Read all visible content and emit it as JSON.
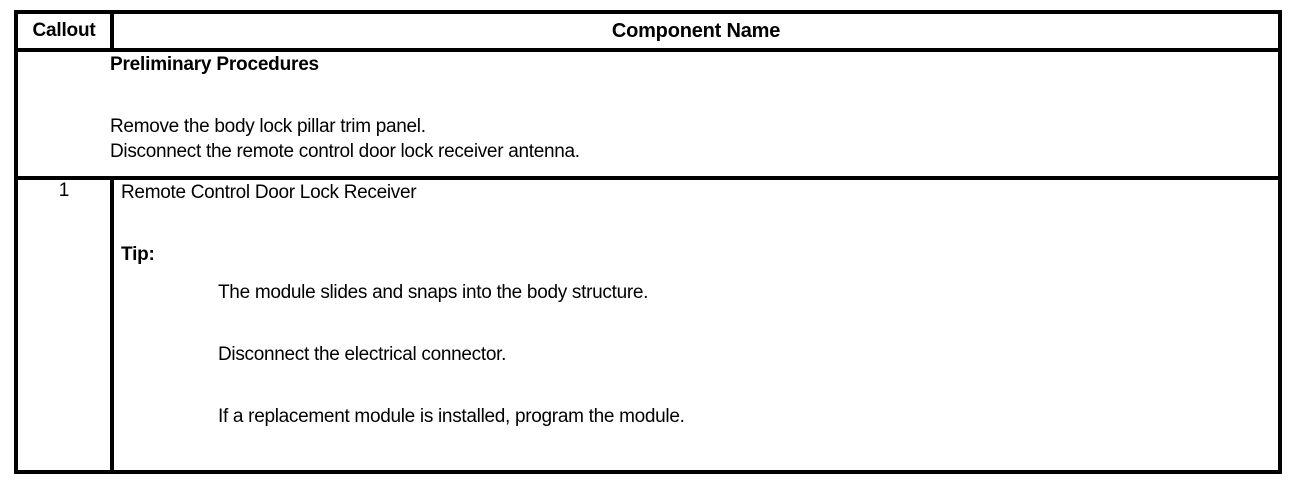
{
  "table": {
    "header": {
      "callout_label": "Callout",
      "component_name_label": "Component Name"
    },
    "preliminary": {
      "title": "Preliminary Procedures",
      "lines": [
        "Remove the body lock pillar trim panel.",
        "Disconnect the remote control door lock receiver antenna."
      ]
    },
    "rows": [
      {
        "callout": "1",
        "component_name": "Remote Control Door Lock Receiver",
        "tip_label": "Tip:",
        "tip_lines": [
          "The module slides and snaps into the body structure.",
          "Disconnect the electrical connector.",
          "If a replacement module is installed, program the module."
        ]
      }
    ]
  },
  "colors": {
    "border": "#000000",
    "text": "#000000",
    "background": "#ffffff"
  }
}
